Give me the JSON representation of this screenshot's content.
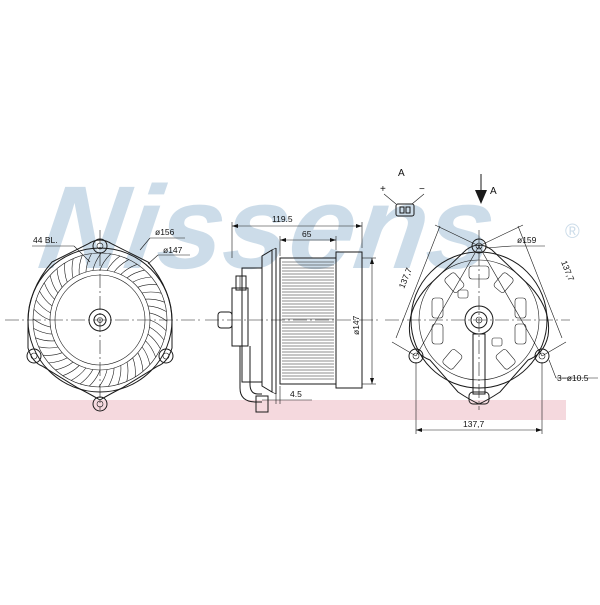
{
  "watermark": {
    "brand": "Nissens",
    "registered": "®",
    "band_color": "#f5d9de",
    "logo_color": "#c4d7e6"
  },
  "front_view": {
    "blades_label": "44  BL.",
    "outer_dia": "ø156",
    "inner_dia": "ø147"
  },
  "side_view": {
    "overall_length": "119.5",
    "wheel_length": "65",
    "wheel_dia": "ø147",
    "flange_offset": "4.5"
  },
  "connector_detail": {
    "view_letter": "A",
    "plus": "+",
    "minus": "−"
  },
  "view_arrow": {
    "label": "A"
  },
  "rear_view": {
    "mount_dia": "ø159",
    "pitch_left": "137,7",
    "pitch_right": "137,7",
    "pitch_bottom": "137,7",
    "holes": "3−ø10.5"
  }
}
